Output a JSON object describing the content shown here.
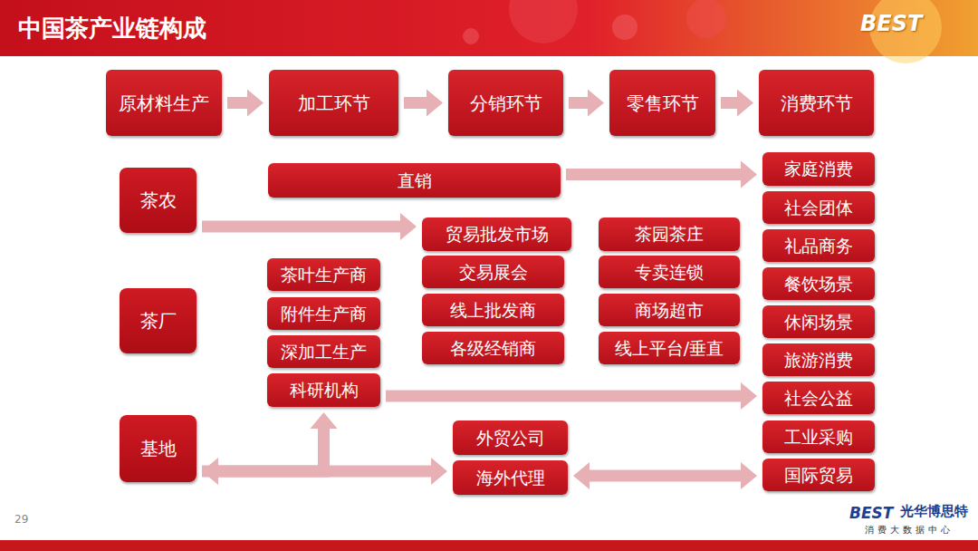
{
  "diagram": {
    "title": "中国茶产业链构成",
    "nodes": [
      {
        "text": [
          "原材料生产"
        ]
      },
      {
        "text": [
          "加工环节"
        ]
      },
      {
        "text": [
          "分销环节"
        ]
      },
      {
        "text": [
          "零售环节"
        ]
      },
      {
        "text": [
          "消费环节"
        ]
      },
      {
        "text": [
          "茶农"
        ]
      },
      {
        "text": [
          "直销"
        ]
      },
      {
        "text": [
          "家庭消费"
        ]
      },
      {
        "text": [
          "社会团体"
        ]
      },
      {
        "text": [
          "贸易批发市场"
        ]
      },
      {
        "text": [
          "茶园茶庄"
        ]
      },
      {
        "text": [
          "礼品商务"
        ]
      },
      {
        "text": [
          "茶叶生产商"
        ]
      },
      {
        "text": [
          "交易展会"
        ]
      },
      {
        "text": [
          "专卖连锁"
        ]
      },
      {
        "text": [
          "餐饮场景"
        ]
      },
      {
        "text": [
          "茶厂"
        ]
      },
      {
        "text": [
          "附件生产商"
        ]
      },
      {
        "text": [
          "线上批发商"
        ]
      },
      {
        "text": [
          "商场超市"
        ]
      },
      {
        "text": [
          "休闲场景"
        ]
      },
      {
        "text": [
          "深加工生产"
        ]
      },
      {
        "text": [
          "各级经销商"
        ]
      },
      {
        "text": [
          "线上平台/垂直"
        ]
      },
      {
        "text": [
          "旅游消费"
        ]
      },
      {
        "text": [
          "科研机构"
        ]
      },
      {
        "text": [
          "社会公益"
        ]
      },
      {
        "text": [
          "工业采购"
        ]
      },
      {
        "text": [
          "基地"
        ]
      },
      {
        "text": [
          "外贸公司"
        ]
      },
      {
        "text": [
          "国际贸易"
        ]
      },
      {
        "text": [
          "海外代理"
        ]
      }
    ],
    "edges": [
      {
        "from": 0,
        "to": 1,
        "arrow": "to"
      },
      {
        "from": 1,
        "to": 2,
        "arrow": "to"
      },
      {
        "from": 2,
        "to": 3,
        "arrow": "to"
      },
      {
        "from": 3,
        "to": 4,
        "arrow": "to"
      },
      {
        "from": 6,
        "to": 7,
        "arrow": "to"
      },
      {
        "from": 5,
        "to": 9,
        "arrow": "to"
      },
      {
        "from": 25,
        "to": 26,
        "arrow": "to"
      },
      {
        "from": 28,
        "to": 31,
        "arrow": "both"
      },
      {
        "from": 28,
        "to": 25,
        "arrow": "to"
      },
      {
        "from": 31,
        "to": 30,
        "arrow": "both"
      }
    ],
    "labels": [
      "BEST",
      "29",
      "BEST",
      "光华博思特",
      "消费大数据中心"
    ]
  }
}
